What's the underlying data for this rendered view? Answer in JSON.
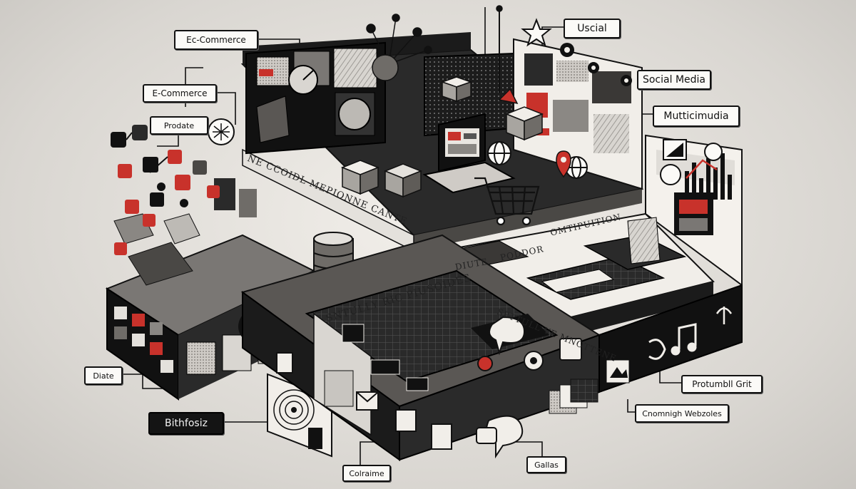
{
  "diagram": {
    "callouts": {
      "ecommerce_top": "Ec-Commerce",
      "ecommerce": "E-Commerce",
      "produce": "Prodate",
      "uscial": "Uscial",
      "social_media": "Social Media",
      "multimedia": "Mutticimudia",
      "diate": "Diate",
      "bithfosiz": "Bithfosiz",
      "colraime": "Colraime",
      "gallas": "Gallas",
      "prodution_grit": "Protumbll Grit",
      "cnomnigh_webzoles": "Cnomnigh Webzoles"
    },
    "platform_labels": {
      "top_left": "NE CCOIDL MEPIONNE CANTE",
      "top_right": "OMTIPUITION",
      "front_mid": "SNTULLY RIC PIUSOIDES",
      "front_right": "SPTTULL VE MNOTTENE",
      "diute": "DIUTE",
      "poddor": "PODDOR"
    },
    "colors": {
      "ink": "#111111",
      "paper": "#f4f1ec",
      "accent_red": "#c8322b",
      "gray_light": "#bdbab5",
      "gray_mid": "#6f6c68",
      "gray_dark": "#2a2a2a"
    },
    "icons": [
      "globe-icon",
      "shopping-cart-icon",
      "laptop-icon",
      "gear-icon",
      "star-icon",
      "document-icon",
      "speech-bubble-icon",
      "camera-icon",
      "database-icon",
      "map-pin-icon",
      "bar-chart-icon",
      "music-note-icon"
    ]
  }
}
